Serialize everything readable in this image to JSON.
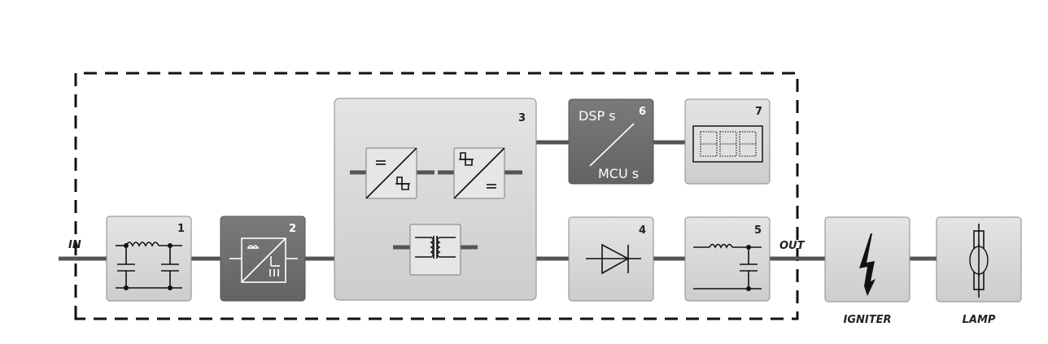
{
  "diagram": {
    "labels": {
      "input": "IN",
      "output": "OUT",
      "igniter": "IGNITER",
      "lamp": "LAMP"
    },
    "blocks": [
      {
        "id": "1",
        "number": "1",
        "function": "emi-input-filter",
        "style": "light"
      },
      {
        "id": "2",
        "number": "2",
        "function": "rectifier-pfc",
        "style": "dark"
      },
      {
        "id": "3",
        "number": "3",
        "function": "isolated-dc-dc-converter",
        "style": "light",
        "children": [
          "dc-ac-converter",
          "ac-dc-converter",
          "transformer"
        ]
      },
      {
        "id": "4",
        "number": "4",
        "function": "rectifier-diode",
        "style": "light"
      },
      {
        "id": "5",
        "number": "5",
        "function": "output-lc-filter",
        "style": "light"
      },
      {
        "id": "6",
        "number": "6",
        "function": "controller",
        "style": "dark",
        "text_top": "DSP s",
        "text_bottom": "MCU s"
      },
      {
        "id": "7",
        "number": "7",
        "function": "seven-segment-display",
        "style": "light"
      },
      {
        "id": "igniter",
        "number": "",
        "function": "igniter",
        "style": "light"
      },
      {
        "id": "lamp",
        "number": "",
        "function": "lamp",
        "style": "light"
      }
    ],
    "boundary": "dashed-enclosure",
    "colors": {
      "block_light": "#d6d6d6",
      "block_dark": "#6e6e6e",
      "wire": "#555555",
      "symbol": "#111111"
    }
  }
}
